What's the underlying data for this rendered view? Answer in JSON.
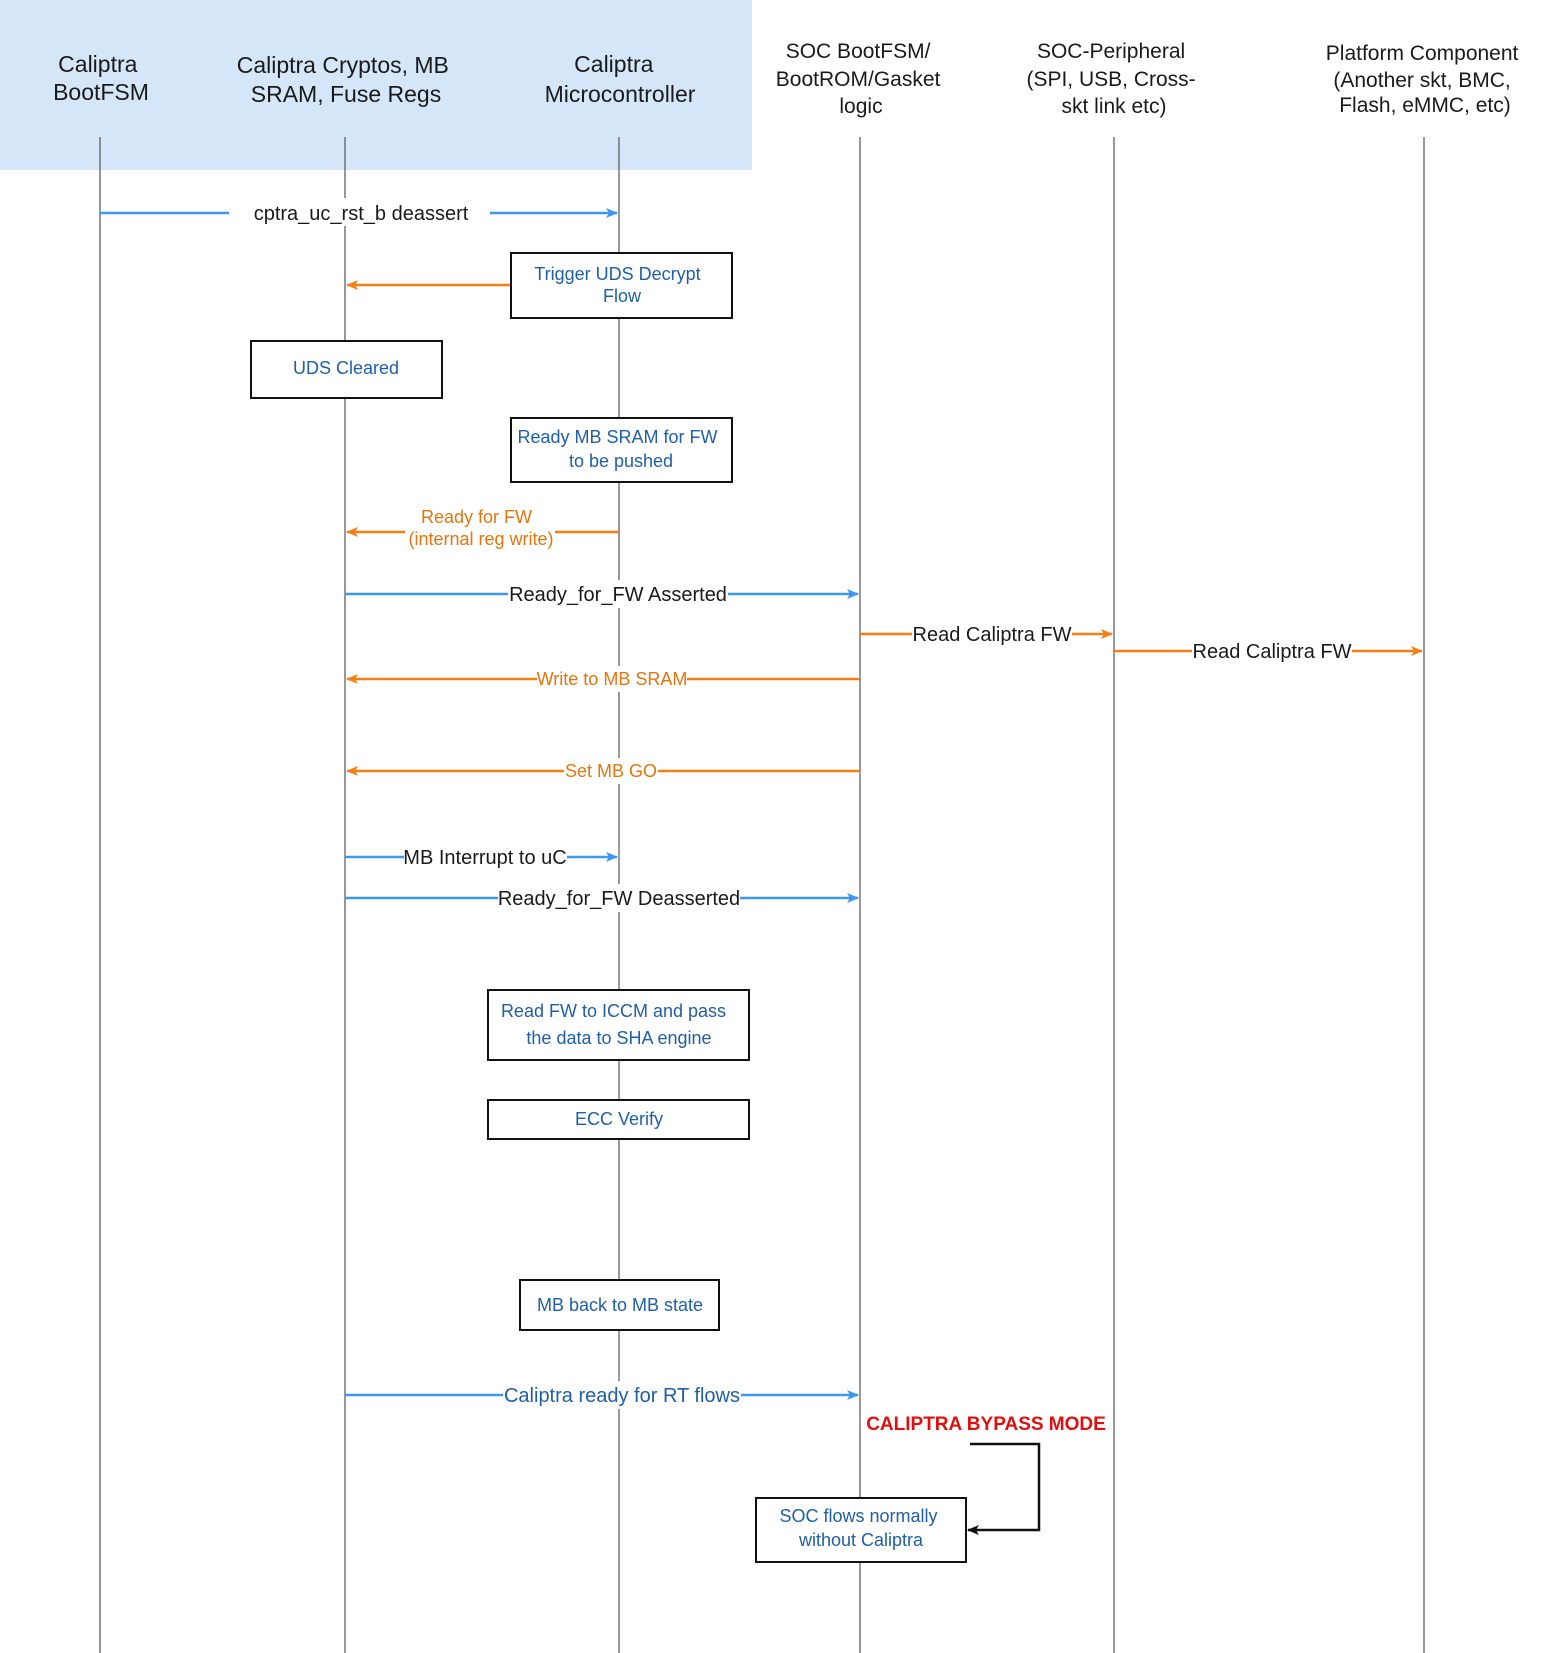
{
  "colors": {
    "blue_arrow": "#3d97f5",
    "orange_arrow": "#f57f17",
    "orange_text": "#e5750f",
    "dark_text": "#1a1a1a",
    "blue_text": "#1f5fa8",
    "header_bg": "#d6e6f9",
    "note_red": "#e01010"
  },
  "participants": [
    {
      "id": "bootfsm",
      "lines": [
        "Caliptra",
        "BootFSM"
      ]
    },
    {
      "id": "crypto",
      "lines": [
        "Caliptra Cryptos, MB",
        "SRAM, Fuse Regs"
      ]
    },
    {
      "id": "uc",
      "lines": [
        "Caliptra",
        "Microcontroller"
      ]
    },
    {
      "id": "soc_boot",
      "lines": [
        "SOC BootFSM/",
        "BootROM/Gasket",
        "logic"
      ]
    },
    {
      "id": "soc_periph",
      "lines": [
        "SOC-Peripheral",
        "(SPI, USB, Cross-",
        "skt link etc)"
      ]
    },
    {
      "id": "platform",
      "lines": [
        "Platform Component",
        "(Another skt, BMC,",
        "Flash, eMMC, etc)"
      ]
    }
  ],
  "messages": [
    {
      "id": "rst-deassert",
      "from": "bootfsm",
      "to": "uc",
      "label": [
        "cptra_uc_rst_b deassert"
      ],
      "color": "blue",
      "text": "dark"
    },
    {
      "id": "uds-decrypt",
      "from": "uc",
      "to": "crypto",
      "label": [],
      "color": "orange",
      "text": "dark"
    },
    {
      "id": "ready-for-fw-internal",
      "from": "uc",
      "to": "crypto",
      "label": [
        "Ready for FW",
        "(internal reg write)"
      ],
      "color": "orange",
      "text": "orange"
    },
    {
      "id": "ready-for-fw-asserted",
      "from": "crypto",
      "to": "soc_boot",
      "label": [
        "Ready_for_FW Asserted"
      ],
      "color": "blue",
      "text": "dark"
    },
    {
      "id": "read-fw-soc",
      "from": "soc_boot",
      "to": "soc_periph",
      "label": [
        "Read Caliptra FW"
      ],
      "color": "orange",
      "text": "dark"
    },
    {
      "id": "read-fw-platform",
      "from": "soc_periph",
      "to": "platform",
      "label": [
        "Read Caliptra FW"
      ],
      "color": "orange",
      "text": "dark"
    },
    {
      "id": "write-mb-sram",
      "from": "soc_boot",
      "to": "crypto",
      "label": [
        "Write to MB SRAM"
      ],
      "color": "orange",
      "text": "orange"
    },
    {
      "id": "set-mb-go",
      "from": "soc_boot",
      "to": "crypto",
      "label": [
        "Set MB GO"
      ],
      "color": "orange",
      "text": "orange"
    },
    {
      "id": "mb-interrupt",
      "from": "crypto",
      "to": "uc",
      "label": [
        "MB Interrupt to uC"
      ],
      "color": "blue",
      "text": "dark"
    },
    {
      "id": "ready-for-fw-deasserted",
      "from": "crypto",
      "to": "soc_boot",
      "label": [
        "Ready_for_FW Deasserted"
      ],
      "color": "blue",
      "text": "dark"
    },
    {
      "id": "ready-rt-flows",
      "from": "crypto",
      "to": "soc_boot",
      "label": [
        "Caliptra ready for RT flows"
      ],
      "color": "blue",
      "text": "blue"
    }
  ],
  "boxes": [
    {
      "id": "trigger-uds-decrypt",
      "lines": [
        "Trigger UDS Decrypt",
        "Flow"
      ]
    },
    {
      "id": "uds-cleared",
      "lines": [
        "UDS Cleared"
      ]
    },
    {
      "id": "ready-mb-sram",
      "lines": [
        "Ready MB SRAM for FW",
        "to be pushed"
      ]
    },
    {
      "id": "read-fw-iccm",
      "lines": [
        "Read FW to ICCM and pass",
        "the data to SHA engine"
      ]
    },
    {
      "id": "ecc-verify",
      "lines": [
        "ECC Verify"
      ]
    },
    {
      "id": "mb-back",
      "lines": [
        "MB back to MB state"
      ]
    },
    {
      "id": "soc-flows-normally",
      "lines": [
        "SOC flows normally",
        "without Caliptra"
      ]
    }
  ],
  "bypass_note": "CALIPTRA BYPASS MODE"
}
